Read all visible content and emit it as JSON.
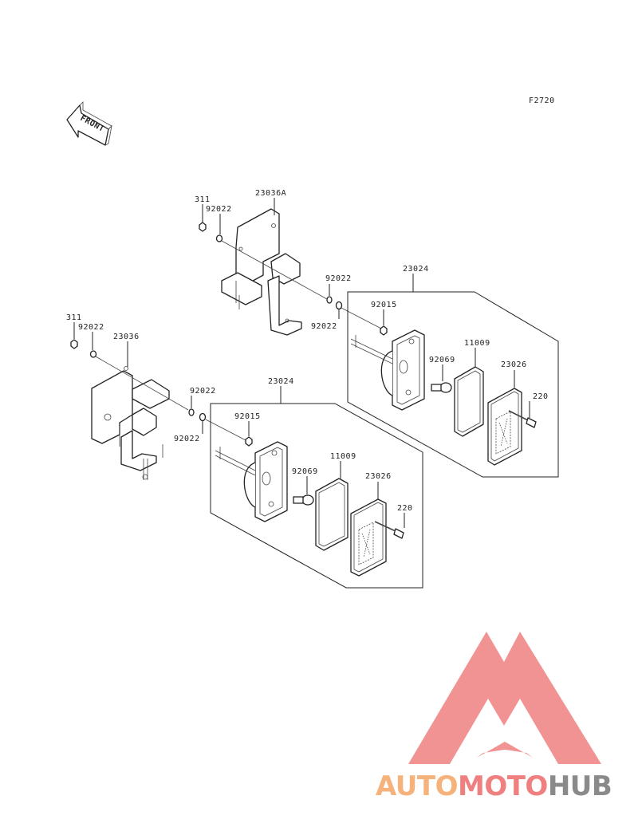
{
  "figure_code": "F2720",
  "front_arrow_label": "FRONT",
  "labels": {
    "left_311": "311",
    "left_92022_top": "92022",
    "left_23036": "23036",
    "left_92022_a": "92022",
    "left_92022_b": "92022",
    "left_23024": "23024",
    "left_92015": "92015",
    "left_92069": "92069",
    "left_11009": "11009",
    "left_23026": "23026",
    "left_220": "220",
    "right_311": "311",
    "right_92022_top": "92022",
    "right_23036A": "23036A",
    "right_92022_a": "92022",
    "right_92022_b": "92022",
    "right_23024": "23024",
    "right_92015": "92015",
    "right_92069": "92069",
    "right_11009": "11009",
    "right_23026": "23026",
    "right_220": "220"
  },
  "watermark": {
    "part1": "AUTO",
    "part2": "MOTO",
    "part3": "HUB",
    "color_orange": "#f5b27a",
    "color_red": "#f08080",
    "color_gray": "#8a8a8a"
  }
}
